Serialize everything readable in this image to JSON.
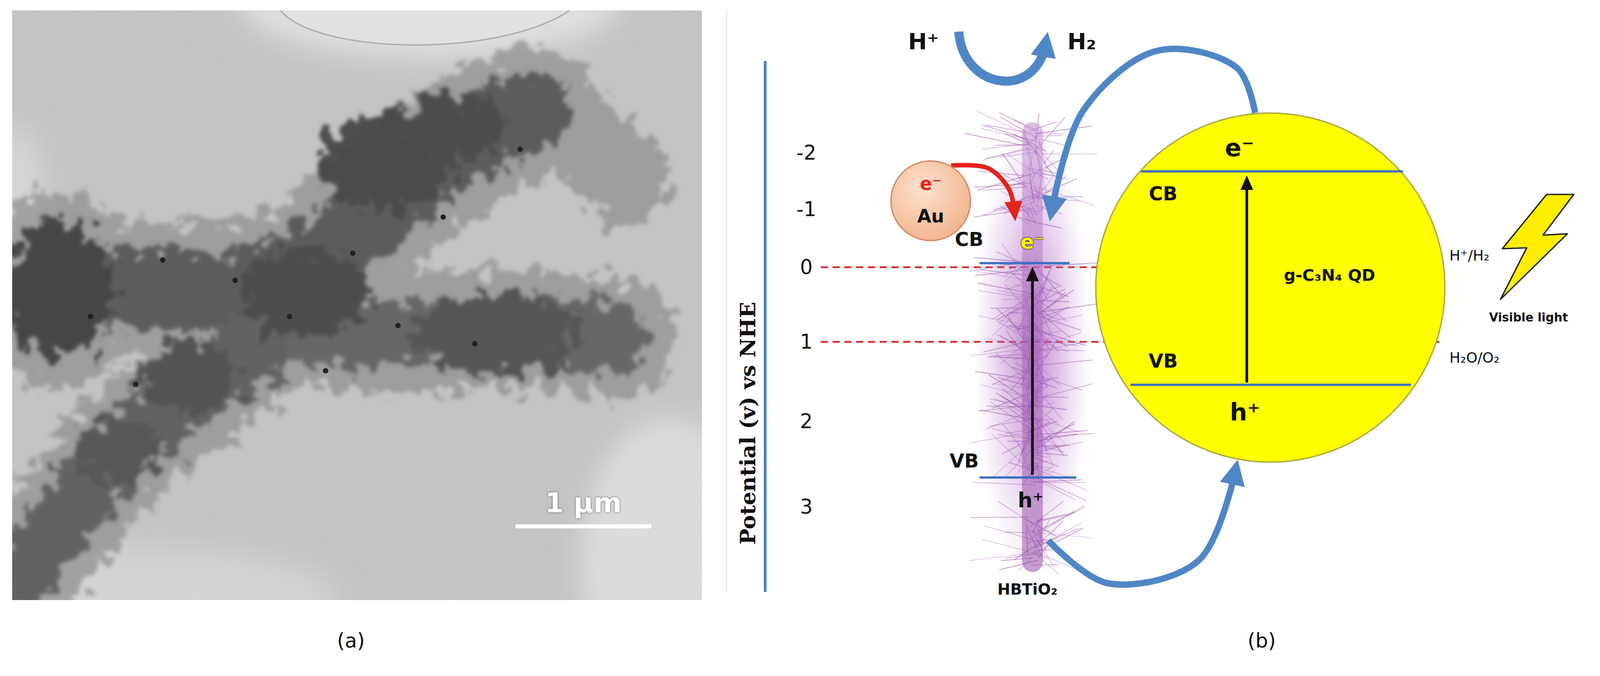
{
  "diagram": {
    "nodes": [
      {
        "text": [
          "e⁻",
          "Au"
        ]
      },
      {
        "text": [
          "CB",
          "e⁻",
          "VB",
          "h⁺",
          "HBTiO₂"
        ]
      },
      {
        "text": [
          "e⁻",
          "CB",
          "g-C₃N₄ QD",
          "VB",
          "h⁺"
        ]
      }
    ],
    "edges": [
      {
        "from": 0,
        "to": 1,
        "arrow": "to"
      },
      {
        "from": 2,
        "to": 1,
        "arrow": "to"
      },
      {
        "from": 1,
        "to": 2,
        "arrow": "to"
      }
    ],
    "labels": [
      "1 μm",
      "(a)",
      "Potential (v) vs NHE",
      "-2",
      "-1",
      "0",
      "1",
      "2",
      "3",
      "H⁺",
      "H₂",
      "H⁺/H₂",
      "H₂O/O₂",
      "Visible light",
      "(b)"
    ]
  }
}
